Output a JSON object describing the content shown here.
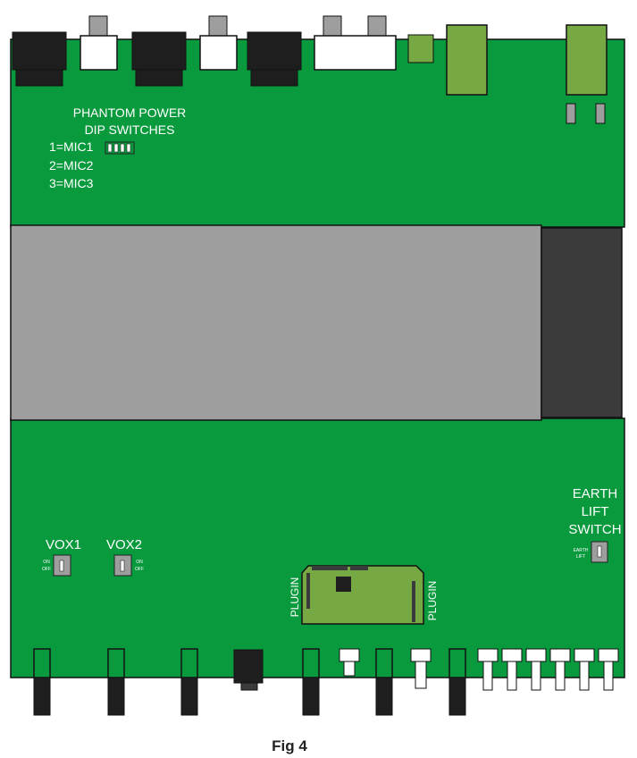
{
  "phantom": {
    "title_line1": "PHANTOM POWER",
    "title_line2": "DIP SWITCHES",
    "mic1": "1=MIC1",
    "mic2": "2=MIC2",
    "mic3": "3=MIC3"
  },
  "earth": {
    "line1": "EARTH",
    "line2": "LIFT",
    "line3": "SWITCH",
    "small1": "EARTH",
    "small2": "LIFT"
  },
  "vox1": {
    "label": "VOX1",
    "on": "ON",
    "off": "OFF"
  },
  "vox2": {
    "label": "VOX2",
    "on": "ON",
    "off": "OFF"
  },
  "plugin": {
    "left": "PLUGIN",
    "right": "PLUGIN"
  },
  "caption": "Fig 4",
  "colors": {
    "board": "#0a9a3e",
    "light_green": "#76a844",
    "grey_module": "#9e9e9e",
    "dark_module": "#3b3b3b",
    "connector_black": "#1e1e1e"
  }
}
